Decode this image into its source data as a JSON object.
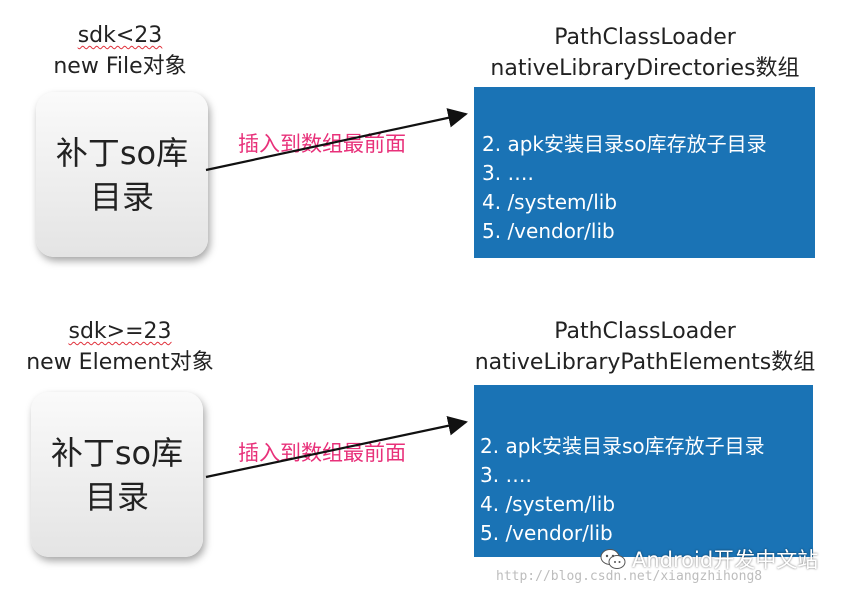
{
  "top": {
    "left_caption": {
      "sdk": "sdk<23",
      "object": "new File对象"
    },
    "patch_box": {
      "line1": "补丁so库",
      "line2": "目录"
    },
    "right_caption": {
      "loader": "PathClassLoader",
      "array": "nativeLibraryDirectories数组"
    },
    "arrow_label": "插入到数组最前面",
    "list": [
      "2.  apk安装目录so库存放子目录",
      "3.  ….",
      "4.  /system/lib",
      "5.  /vendor/lib"
    ]
  },
  "bottom": {
    "left_caption": {
      "sdk": "sdk>=23",
      "object": "new Element对象"
    },
    "patch_box": {
      "line1": "补丁so库",
      "line2": "目录"
    },
    "right_caption": {
      "loader": "PathClassLoader",
      "array": "nativeLibraryPathElements数组"
    },
    "arrow_label": "插入到数组最前面",
    "list": [
      "2.  apk安装目录so库存放子目录",
      "3.  ….",
      "4.  /system/lib",
      "5.  /vendor/lib"
    ]
  },
  "watermark": "http://blog.csdn.net/xiangzhihong8",
  "brand": "Android开发中文站",
  "colors": {
    "box_blue": "#1a73b5",
    "label_pink": "#e8317a"
  }
}
